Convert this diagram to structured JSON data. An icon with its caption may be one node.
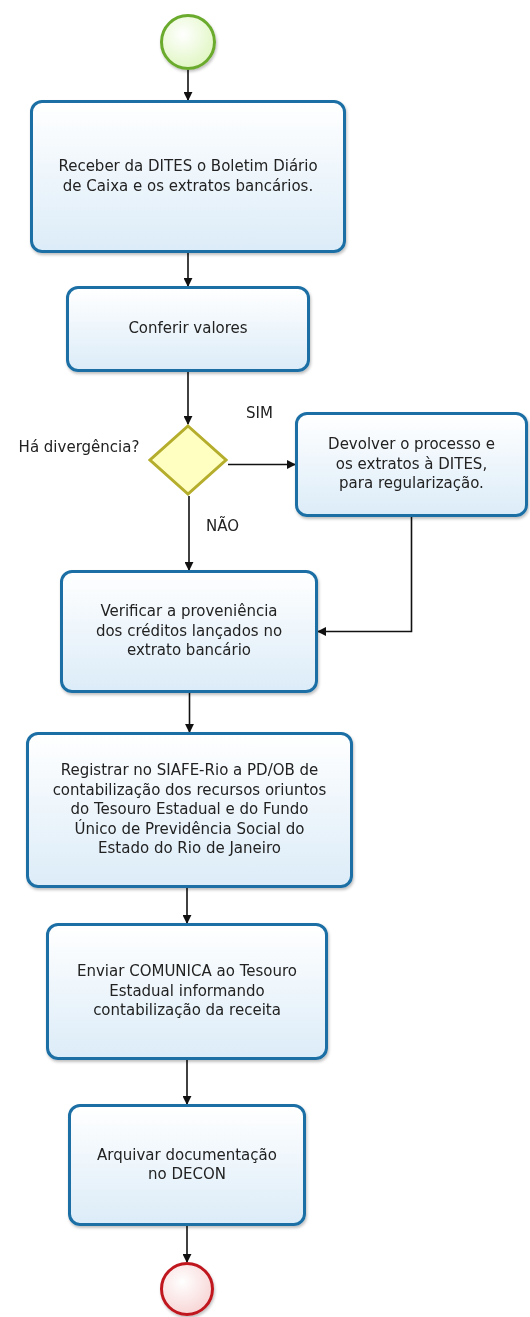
{
  "diagram": {
    "nodes": [
      {
        "text": [],
        "shape": "circle"
      },
      {
        "text": [
          "Receber da DITES o Boletim Diário de Caixa e os extratos bancários."
        ]
      },
      {
        "text": [
          "Conferir valores"
        ]
      },
      {
        "text": [
          "Há divergência?"
        ]
      },
      {
        "text": [
          "Devolver o processo e os extratos à DITES, para regularização."
        ]
      },
      {
        "text": [
          "Verificar a proveniência dos créditos lançados no extrato bancário"
        ]
      },
      {
        "text": [
          "Registrar no SIAFE-Rio a PD/OB de contabilização dos recursos oriuntos do Tesouro Estadual e do Fundo Único de Previdência Social do Estado do Rio de Janeiro"
        ]
      },
      {
        "text": [
          "Enviar COMUNICA ao Tesouro Estadual informando contabilização da receita"
        ]
      },
      {
        "text": [
          "Arquivar documentação no DECON"
        ]
      },
      {
        "text": [],
        "shape": "circle"
      }
    ],
    "edges": [
      {
        "from": 0,
        "to": 1,
        "arrow": "to"
      },
      {
        "from": 1,
        "to": 2,
        "arrow": "to"
      },
      {
        "from": 2,
        "to": 3,
        "arrow": "to"
      },
      {
        "from": 3,
        "to": 4,
        "arrow": "to",
        "label": "SIM"
      },
      {
        "from": 3,
        "to": 5,
        "arrow": "to",
        "label": "NÃO"
      },
      {
        "from": 4,
        "to": 5,
        "arrow": "to"
      },
      {
        "from": 5,
        "to": 6,
        "arrow": "to"
      },
      {
        "from": 6,
        "to": 7,
        "arrow": "to"
      },
      {
        "from": 7,
        "to": 8,
        "arrow": "to"
      },
      {
        "from": 8,
        "to": 9,
        "arrow": "to"
      }
    ]
  }
}
